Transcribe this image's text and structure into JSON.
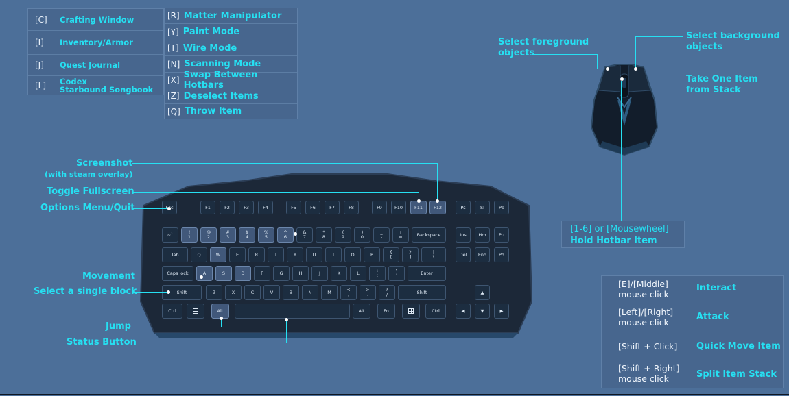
{
  "left_table": [
    {
      "key": "[C]",
      "label": "Crafting Window"
    },
    {
      "key": "[I]",
      "label": "Inventory/Armor"
    },
    {
      "key": "[J]",
      "label": "Quest Journal"
    },
    {
      "key": "[L]",
      "label": "Codex",
      "label2": "Starbound Songbook"
    }
  ],
  "mid_table": [
    {
      "key": "[R]",
      "label": "Matter Manipulator"
    },
    {
      "key": "[Y]",
      "label": "Paint Mode"
    },
    {
      "key": "[T]",
      "label": "Wire Mode"
    },
    {
      "key": "[N]",
      "label": "Scanning Mode"
    },
    {
      "key": "[X]",
      "label": "Swap Between Hotbars"
    },
    {
      "key": "[Z]",
      "label": "Deselect Items"
    },
    {
      "key": "[Q]",
      "label": "Throw Item"
    }
  ],
  "mouse_labels": {
    "foreground": [
      "Select foreground",
      "objects"
    ],
    "background": [
      "Select background",
      "objects"
    ],
    "take_one": [
      "Take One Item",
      "from Stack"
    ]
  },
  "keyboard_labels": {
    "screenshot": "Screenshot",
    "screenshot_sub": "(with steam overlay)",
    "fullscreen": "Toggle Fullscreen",
    "options": "Options Menu/Quit",
    "movement": "Movement",
    "select_block": "Select a single block",
    "jump": "Jump",
    "status": "Status Button"
  },
  "hotbar": {
    "keys": "[1-6] or [Mousewheel]",
    "label": "Hold Hotbar Item"
  },
  "right_table": [
    {
      "input": [
        "[E]/[Middle]",
        "mouse click"
      ],
      "action": "Interact"
    },
    {
      "input": [
        "[Left]/[Right]",
        "mouse click"
      ],
      "action": "Attack"
    },
    {
      "input": [
        "[Shift + Click]"
      ],
      "action": "Quick Move Item"
    },
    {
      "input": [
        "[Shift + Right]",
        "mouse click"
      ],
      "action": "Split Item Stack"
    }
  ],
  "keys": {
    "esc": "Esc",
    "f": [
      "F1",
      "F2",
      "F3",
      "F4",
      "F5",
      "F6",
      "F7",
      "F8",
      "F9",
      "F10",
      "F11",
      "F12"
    ],
    "nav1": [
      "Ps",
      "Sl",
      "Pb"
    ],
    "num_top": [
      "~",
      "!",
      "@",
      "#",
      "$",
      "%",
      "^",
      "&",
      "*",
      "(",
      ")",
      "_",
      "+"
    ],
    "num_bot": [
      "`",
      "1",
      "2",
      "3",
      "4",
      "5",
      "6",
      "7",
      "8",
      "9",
      "0",
      "-",
      "="
    ],
    "backspace": "Backspace",
    "nav2": [
      "Ins",
      "Hm",
      "Pu"
    ],
    "tab": "Tab",
    "row_q": [
      "Q",
      "W",
      "E",
      "R",
      "T",
      "Y",
      "U",
      "I",
      "O",
      "P"
    ],
    "brk_top": [
      "{",
      "}",
      "|"
    ],
    "brk_bot": [
      "[",
      "]",
      "\\"
    ],
    "nav3": [
      "Del",
      "End",
      "Pd"
    ],
    "caps": "Caps lock",
    "row_a": [
      "A",
      "S",
      "D",
      "F",
      "G",
      "H",
      "J",
      "K",
      "L"
    ],
    "semi_top": [
      ":",
      "\""
    ],
    "semi_bot": [
      ";",
      "'"
    ],
    "enter": "Enter",
    "shift": "Shift",
    "row_z": [
      "Z",
      "X",
      "C",
      "V",
      "B",
      "N",
      "M"
    ],
    "comma_top": [
      "<",
      ">",
      "?"
    ],
    "comma_bot": [
      ",",
      ".",
      "/"
    ],
    "ctrl": "Ctrl",
    "alt": "Alt",
    "fn": "Fn",
    "arrows": [
      "▲",
      "◀",
      "▼",
      "▶"
    ]
  },
  "colors": {
    "background": "#4c6f99",
    "accent": "#26e0f2",
    "table": "#47668e"
  }
}
